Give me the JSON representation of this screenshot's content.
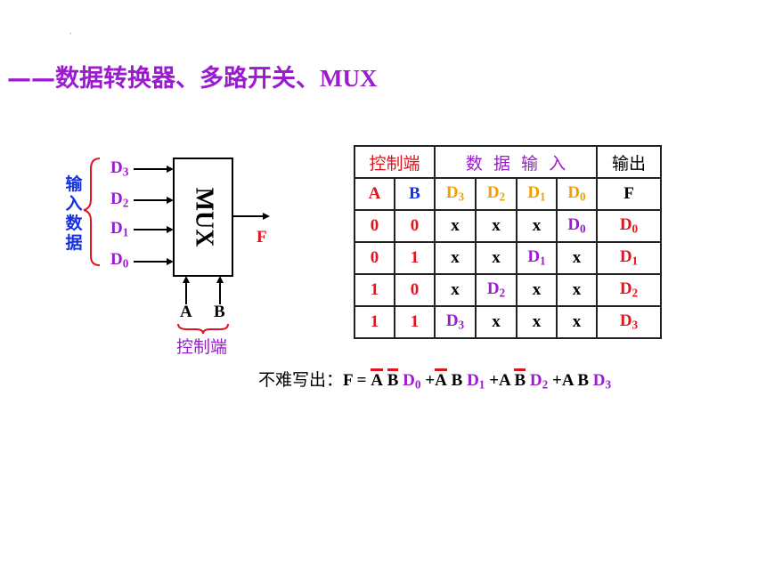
{
  "title": {
    "prefix": "——数据转换器、多路开关、",
    "latin": "MUX"
  },
  "dot": ".",
  "diagram": {
    "inputs": [
      {
        "base": "D",
        "sub": "3"
      },
      {
        "base": "D",
        "sub": "2"
      },
      {
        "base": "D",
        "sub": "1"
      },
      {
        "base": "D",
        "sub": "0"
      }
    ],
    "input_group_label": [
      "输",
      "入",
      "数",
      "据"
    ],
    "box_label": "MUX",
    "output_label": "F",
    "control_inputs": [
      "A",
      "B"
    ],
    "control_label": "控制端"
  },
  "table": {
    "header": {
      "control": "控制端",
      "data": "数  据  输  入",
      "output": "输出"
    },
    "subheader": [
      {
        "base": "A"
      },
      {
        "base": "B"
      },
      {
        "base": "D",
        "sub": "3"
      },
      {
        "base": "D",
        "sub": "2"
      },
      {
        "base": "D",
        "sub": "1"
      },
      {
        "base": "D",
        "sub": "0"
      },
      {
        "base": "F"
      }
    ],
    "rows": [
      {
        "A": "0",
        "B": "0",
        "d3": "x",
        "d2": "x",
        "d1": "x",
        "d0": {
          "base": "D",
          "sub": "0"
        },
        "F": {
          "base": "D",
          "sub": "0"
        }
      },
      {
        "A": "0",
        "B": "1",
        "d3": "x",
        "d2": "x",
        "d1": {
          "base": "D",
          "sub": "1"
        },
        "d0": "x",
        "F": {
          "base": "D",
          "sub": "1"
        }
      },
      {
        "A": "1",
        "B": "0",
        "d3": "x",
        "d2": {
          "base": "D",
          "sub": "2"
        },
        "d1": "x",
        "d0": "x",
        "F": {
          "base": "D",
          "sub": "2"
        }
      },
      {
        "A": "1",
        "B": "1",
        "d3": {
          "base": "D",
          "sub": "3"
        },
        "d2": "x",
        "d1": "x",
        "d0": "x",
        "F": {
          "base": "D",
          "sub": "3"
        }
      }
    ]
  },
  "formula": {
    "prefix": "不难写出：",
    "lhs": "F = ",
    "terms": [
      {
        "a": "A",
        "a_bar": true,
        "b": "B",
        "b_bar": true,
        "d": "D",
        "sub": "0",
        "plus": ""
      },
      {
        "a": "A",
        "a_bar": true,
        "b": "B",
        "b_bar": false,
        "d": "D",
        "sub": "1",
        "plus": "+"
      },
      {
        "a": "A",
        "a_bar": false,
        "b": "B",
        "b_bar": true,
        "d": "D",
        "sub": "2",
        "plus": "+"
      },
      {
        "a": "A",
        "a_bar": false,
        "b": "B",
        "b_bar": false,
        "d": "D",
        "sub": "3",
        "plus": "+"
      }
    ]
  },
  "colors": {
    "purple": "#9b1ccf",
    "blue": "#1530e0",
    "orange": "#f0a000",
    "red": "#e0141e"
  }
}
